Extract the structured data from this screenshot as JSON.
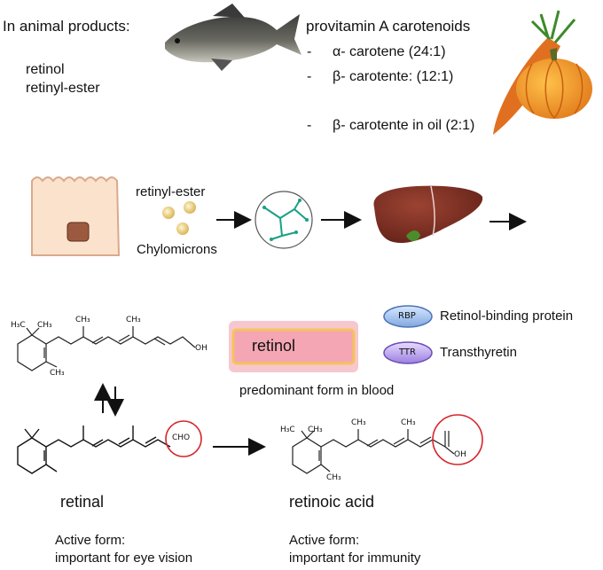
{
  "animal": {
    "heading": "In animal products:",
    "items": [
      "retinol",
      "retinyl-ester"
    ]
  },
  "provitamin": {
    "heading": "provitamin A carotenoids",
    "items": [
      {
        "dash": "-",
        "text": "α- carotene (24:1)"
      },
      {
        "dash": "-",
        "text": "β- carotente: (12:1)"
      },
      {
        "dash": "-",
        "text": "β- carotente in oil (2:1)"
      }
    ]
  },
  "absorption": {
    "retinyl_ester": "retinyl-ester",
    "chylomicrons": "Chylomicrons"
  },
  "blood": {
    "retinol_label": "retinol",
    "caption": "predominant form in blood",
    "rbp_badge": "RBP",
    "rbp_name": "Retinol-binding protein",
    "ttr_badge": "TTR",
    "ttr_name": "Transthyretin"
  },
  "chem": {
    "h3c": "H₃C",
    "ch3": "CH₃",
    "oh": "OH",
    "cho": "CHO"
  },
  "forms": {
    "retinal": "retinal",
    "retinoic": "retinoic acid",
    "retinal_desc1": "Active form:",
    "retinal_desc2": "important for eye vision",
    "retinoic_desc1": "Active form:",
    "retinoic_desc2": "important for immunity"
  },
  "colors": {
    "accent_red": "#d6262b",
    "liver": "#7a2e22",
    "carrot": "#e0701f",
    "pumpkin": "#f29a1d"
  }
}
